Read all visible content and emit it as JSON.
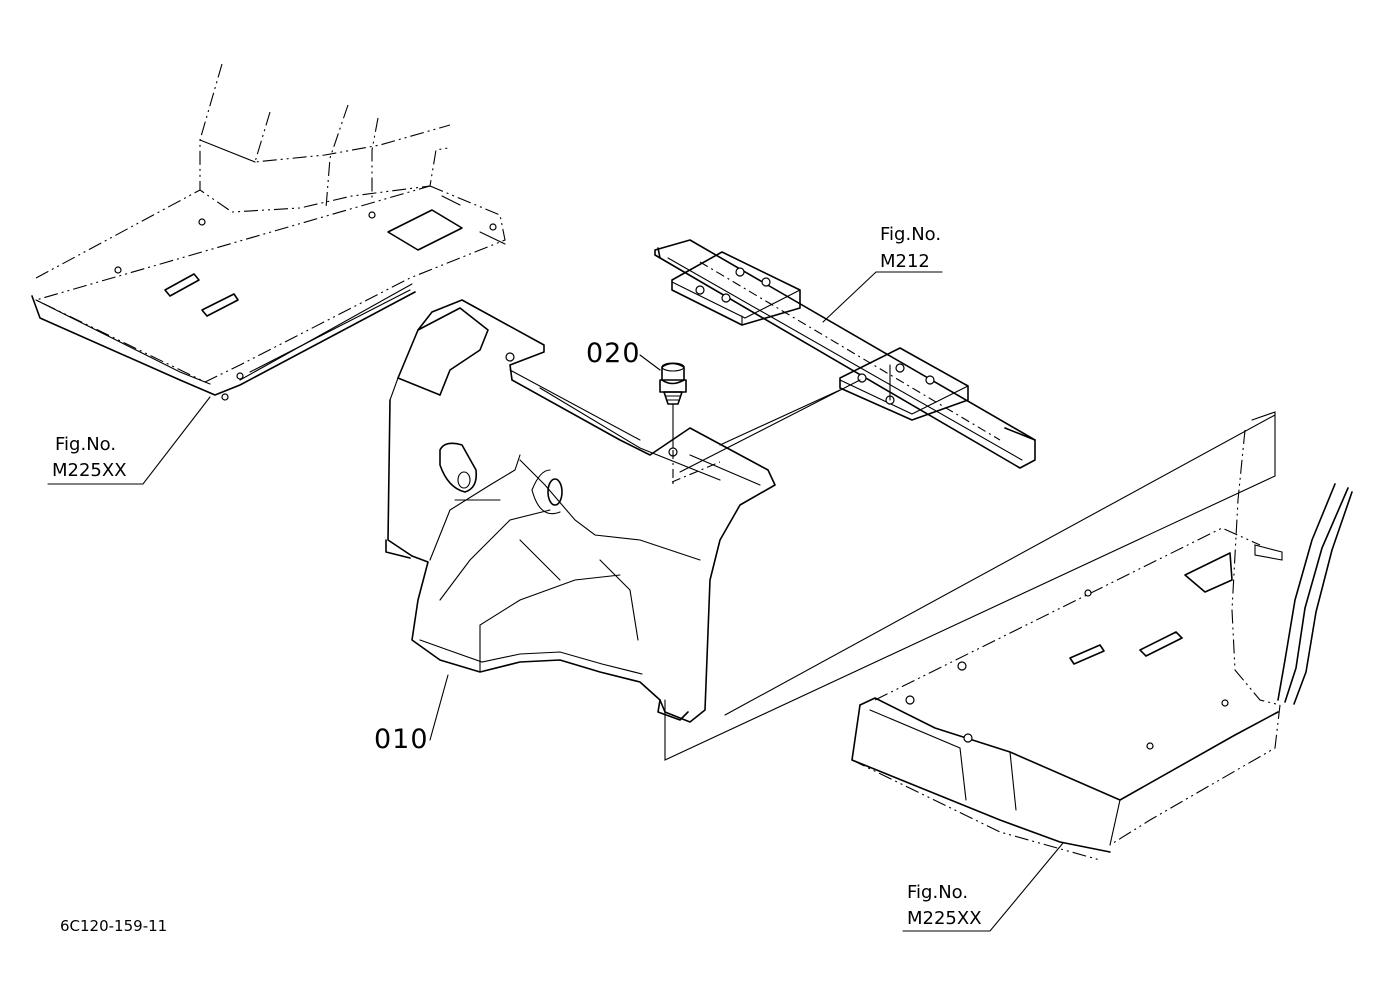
{
  "labels": {
    "ref_top_left": {
      "line1": "Fig.No.",
      "line2": "M225XX"
    },
    "ref_top_right": {
      "line1": "Fig.No.",
      "line2": "M212"
    },
    "ref_bottom_right": {
      "line1": "Fig.No.",
      "line2": "M225XX"
    },
    "part_cover": "010",
    "part_bolt": "020",
    "drawing_code": "6C120-159-11"
  }
}
